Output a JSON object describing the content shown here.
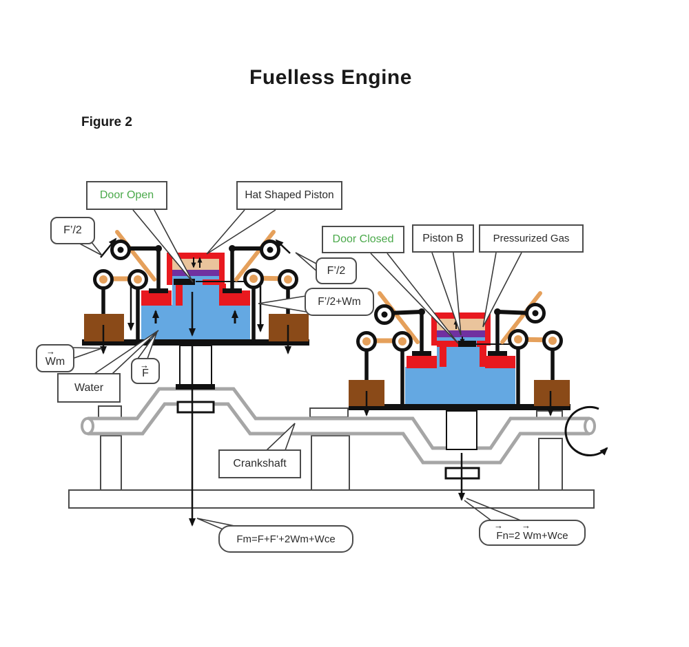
{
  "title": "Fuelless Engine",
  "figure_label": "Figure 2",
  "callouts": {
    "door_open": {
      "label": "Door Open"
    },
    "hat_shaped_piston": {
      "label": "Hat Shaped Piston"
    },
    "door_closed": {
      "label": "Door Closed"
    },
    "piston_b": {
      "label": "Piston B"
    },
    "pressurized_gas": {
      "label": "Pressurized Gas"
    },
    "f_prime_half_left": {
      "label": "F’/2"
    },
    "f_prime_half_right": {
      "label": "F’/2"
    },
    "f_prime_half_plus_wm": {
      "label": "F’/2+Wm"
    },
    "wm": {
      "label": "Wm"
    },
    "force_f": {
      "label": "F"
    },
    "water": {
      "label": "Water"
    },
    "crankshaft": {
      "label": "Crankshaft"
    },
    "fm_formula": {
      "label": "Fm=F+F’+2Wm+Wce"
    },
    "fn_formula": {
      "label": "Fn=2 Wm+Wce"
    }
  },
  "icons": {
    "vector_arrow": "→"
  },
  "colors": {
    "red": "#e8191f",
    "blue": "#64a8e2",
    "tan": "#eac49c",
    "purple": "#7030a0",
    "orange": "#e5a05b",
    "brown": "#8a4a18",
    "gray_shaft": "#a6a6a6",
    "green_text": "#4aa94a",
    "black": "#111111"
  }
}
